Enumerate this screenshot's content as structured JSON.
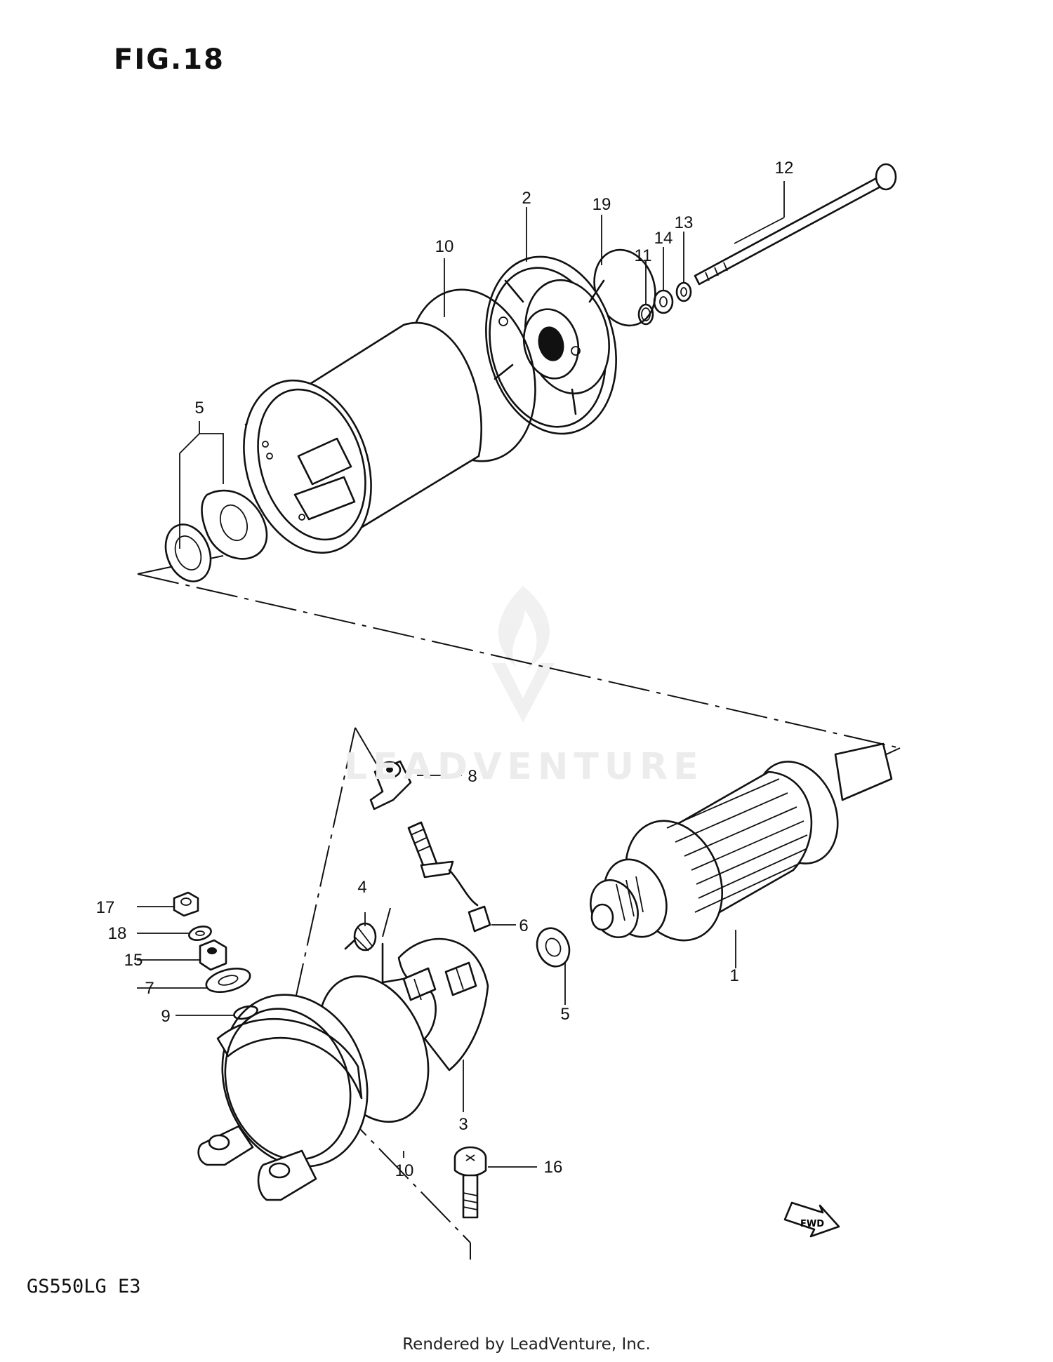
{
  "figure_title": "FIG.18",
  "model_code": "GS550LG  E3",
  "footer_credit": "Rendered by LeadVenture, Inc.",
  "watermark": "LEADVENTURE",
  "fwd_label": "FWD",
  "callouts": {
    "c1": "1",
    "c2": "2",
    "c3": "3",
    "c4": "4",
    "c5a": "5",
    "c5b": "5",
    "c6": "6",
    "c7": "7",
    "c8": "8",
    "c9": "9",
    "c10a": "10",
    "c10b": "10",
    "c11": "11",
    "c12": "12",
    "c13": "13",
    "c14": "14",
    "c15": "15",
    "c16": "16",
    "c17": "17",
    "c18": "18",
    "c19": "19"
  }
}
